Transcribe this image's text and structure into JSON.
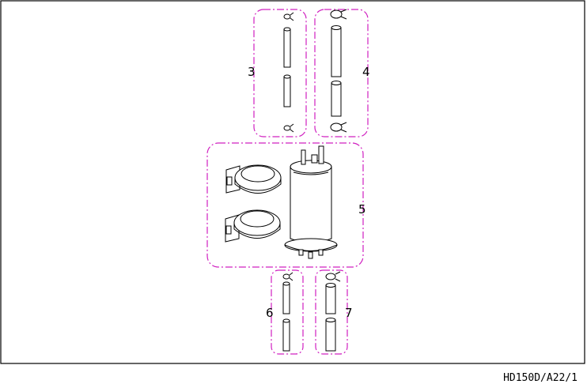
{
  "drawing": {
    "callouts": [
      "3",
      "4",
      "5",
      "6",
      "7"
    ],
    "reference": "HD150D/A22/1",
    "colors": {
      "group_outline": "#d020c0",
      "line": "#000000",
      "background": "#ffffff"
    },
    "parts": [
      {
        "number": "3",
        "depicts": "two thin tubes with small clips at both ends"
      },
      {
        "number": "4",
        "depicts": "two thick tubes with clips at both ends"
      },
      {
        "number": "5",
        "depicts": "cylindrical canister with two clamp brackets"
      },
      {
        "number": "6",
        "depicts": "two thin tubes with a clip at the top"
      },
      {
        "number": "7",
        "depicts": "two thick tubes with a clip at the top"
      }
    ]
  }
}
